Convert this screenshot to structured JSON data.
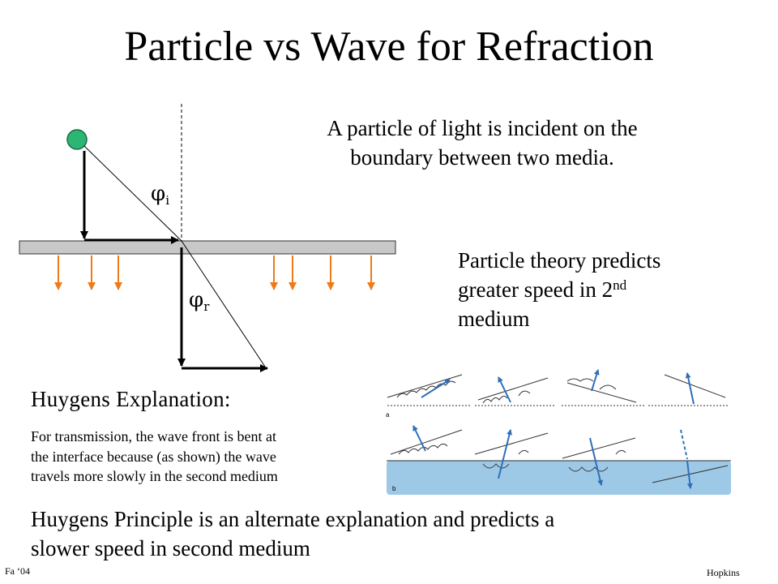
{
  "slide": {
    "title": "Particle vs Wave for Refraction",
    "intro_line1": "A particle of light is incident on the",
    "intro_line2": "boundary between two media.",
    "particle_theory_pre": "Particle theory predicts greater speed in 2",
    "particle_theory_sup": "nd",
    "particle_theory_post": "medium",
    "huygens_heading": "Huygens Explanation:",
    "transmission_line1": "For transmission, the wave front is bent at",
    "transmission_line2": "the interface  because (as shown) the wave",
    "transmission_line3": "travels more slowly in the second medium",
    "principle_line1": "Huygens Principle is an alternate explanation and predicts a",
    "principle_line2": "slower speed in second medium",
    "footer_left": "Fa ‘04",
    "footer_right": "Hopkins"
  },
  "diagram": {
    "angle_incident_symbol": "φ",
    "angle_incident_sub": "i",
    "angle_refracted_symbol": "φ",
    "angle_refracted_sub": "r",
    "panel_a_label": "a",
    "panel_b_label": "b",
    "colors": {
      "particle": "#2bb673",
      "boundary": "#c8c8c8",
      "field_arrow": "#f07a1a",
      "medium_water": "#9ec9e6",
      "wave_arrow": "#2f6fb8"
    }
  }
}
